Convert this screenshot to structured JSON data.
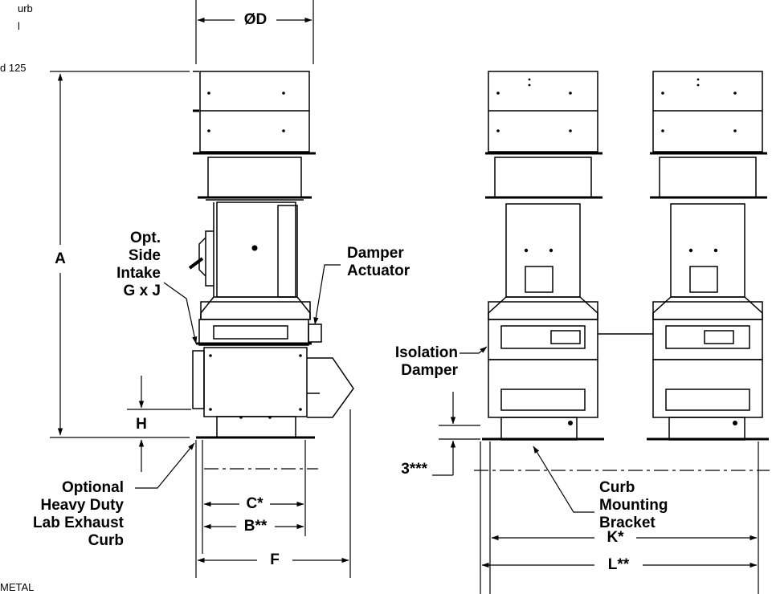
{
  "cropped_text": {
    "line1": "urb",
    "line2": "l",
    "line3": "d 125",
    "footer": "METAL"
  },
  "labels": {
    "diameter_d": "ØD",
    "a": "A",
    "side_intake_1": "Opt.",
    "side_intake_2": "Side",
    "side_intake_3": "Intake",
    "side_intake_4": "G x J",
    "damper_actuator_1": "Damper",
    "damper_actuator_2": "Actuator",
    "isolation_damper_1": "Isolation",
    "isolation_damper_2": "Damper",
    "h": "H",
    "optional_curb_1": "Optional",
    "optional_curb_2": "Heavy Duty",
    "optional_curb_3": "Lab Exhaust",
    "optional_curb_4": "Curb",
    "c": "C*",
    "b": "B**",
    "f": "F",
    "three": "3***",
    "curb_bracket_1": "Curb",
    "curb_bracket_2": "Mounting",
    "curb_bracket_3": "Bracket",
    "k": "K*",
    "l": "L**"
  }
}
